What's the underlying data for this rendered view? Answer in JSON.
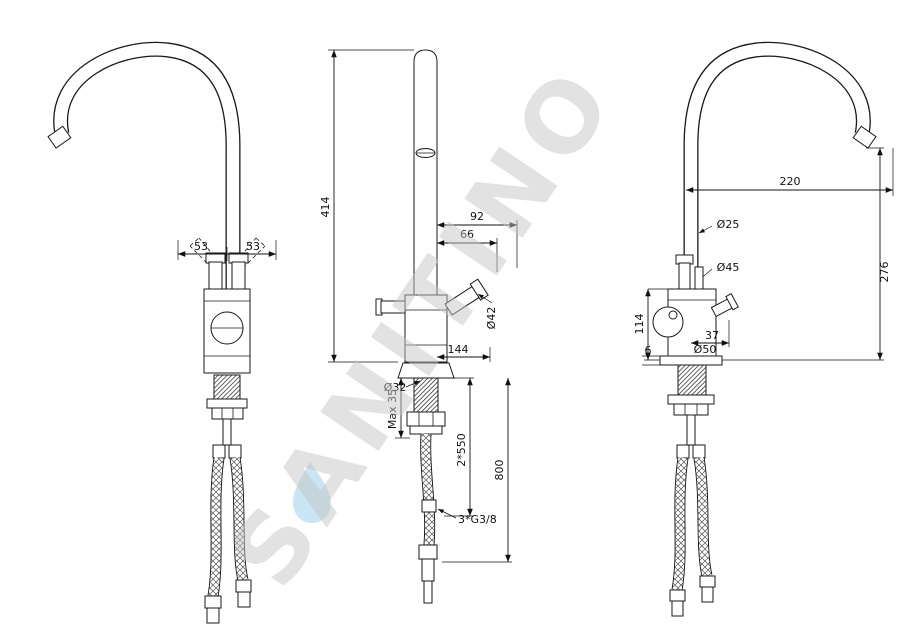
{
  "watermark": {
    "text": "SANITINO"
  },
  "left_view": {
    "dim_left": "53",
    "dim_right": "53"
  },
  "front_view": {
    "height": "414",
    "reach_92": "92",
    "reach_66": "66",
    "dia_42": "Ø42",
    "width_144": "144",
    "dia_32": "Ø32",
    "max_35": "Max 35",
    "hoses_550": "2*550",
    "hose_800": "800",
    "thread": "3*G3/8"
  },
  "right_view": {
    "reach_220": "220",
    "dia_25": "Ø25",
    "dia_45": "Ø45",
    "height_276": "276",
    "body_114": "114",
    "offset_37": "37",
    "plate_6": "6",
    "dia_50": "Ø50"
  },
  "colors": {
    "line": "#1a1a1a",
    "watermark": "#c6c6c6",
    "drop": "#b5ddf0"
  }
}
